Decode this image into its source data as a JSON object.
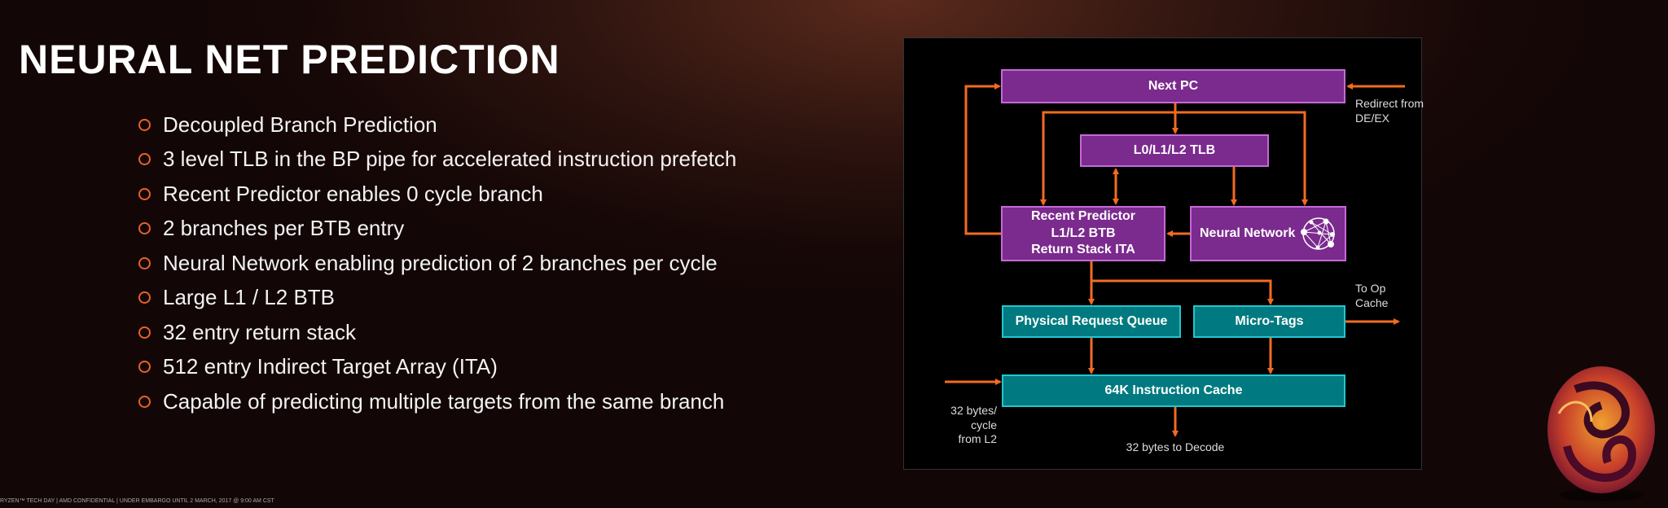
{
  "title": "NEURAL NET PREDICTION",
  "bullets": [
    "Decoupled Branch Prediction",
    "3 level TLB in the BP pipe for accelerated instruction prefetch",
    "Recent Predictor enables 0 cycle branch",
    "2 branches per BTB entry",
    "Neural Network enabling prediction of 2 branches per cycle",
    "Large L1 / L2 BTB",
    "32 entry return stack",
    "512 entry Indirect Target Array (ITA)",
    "Capable of predicting multiple targets from the same branch"
  ],
  "diagram": {
    "next_pc": "Next PC",
    "tlb": "L0/L1/L2 TLB",
    "recent_predictor": [
      "Recent Predictor",
      "L1/L2 BTB",
      "Return Stack ITA"
    ],
    "neural_network": "Neural Network",
    "prq": "Physical Request Queue",
    "micro_tags": "Micro-Tags",
    "icache": "64K Instruction Cache",
    "redirect": [
      "Redirect from",
      "DE/EX"
    ],
    "to_op_cache": [
      "To Op",
      "Cache"
    ],
    "from_l2": [
      "32 bytes/",
      "cycle",
      "from L2"
    ],
    "to_decode": "32 bytes to Decode"
  },
  "footer": "RYZEN™ TECH DAY  |  AMD CONFIDENTIAL  |  UNDER EMBARGO UNTIL 2 MARCH, 2017 @ 9:00 AM CST",
  "colors": {
    "accent": "#f26b21",
    "purple": "#7b2a8e",
    "teal": "#007a80"
  }
}
